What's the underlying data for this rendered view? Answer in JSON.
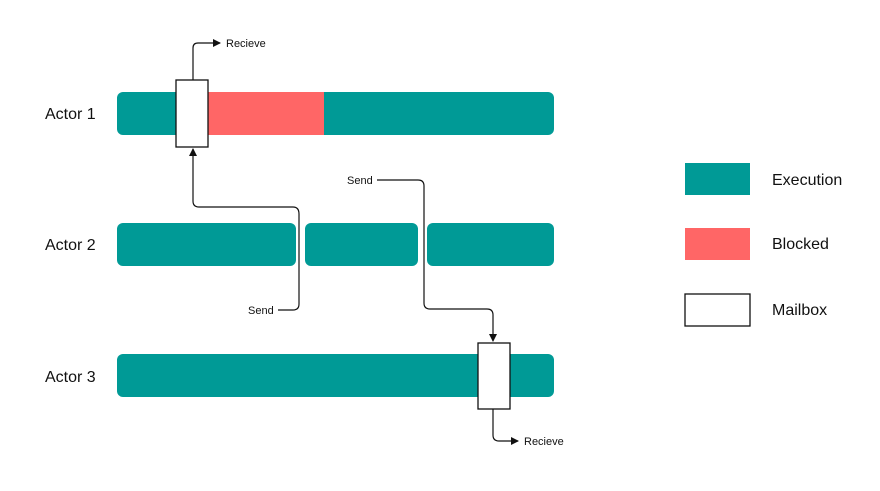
{
  "colors": {
    "execution": "#009a96",
    "blocked": "#ff6666",
    "mailbox_fill": "#ffffff",
    "mailbox_stroke": "#111111",
    "arrow": "#111111"
  },
  "actors": [
    {
      "id": "actor1",
      "label": "Actor 1"
    },
    {
      "id": "actor2",
      "label": "Actor 2"
    },
    {
      "id": "actor3",
      "label": "Actor 3"
    }
  ],
  "messages": [
    {
      "id": "a2-to-a1",
      "send_label": "Send",
      "receive_label": "Recieve"
    },
    {
      "id": "a1-to-a3",
      "send_label": "Send",
      "receive_label": "Recieve"
    }
  ],
  "legend": [
    {
      "id": "execution",
      "label": "Execution",
      "swatch": "execution"
    },
    {
      "id": "blocked",
      "label": "Blocked",
      "swatch": "blocked"
    },
    {
      "id": "mailbox",
      "label": "Mailbox",
      "swatch": "mailbox"
    }
  ]
}
